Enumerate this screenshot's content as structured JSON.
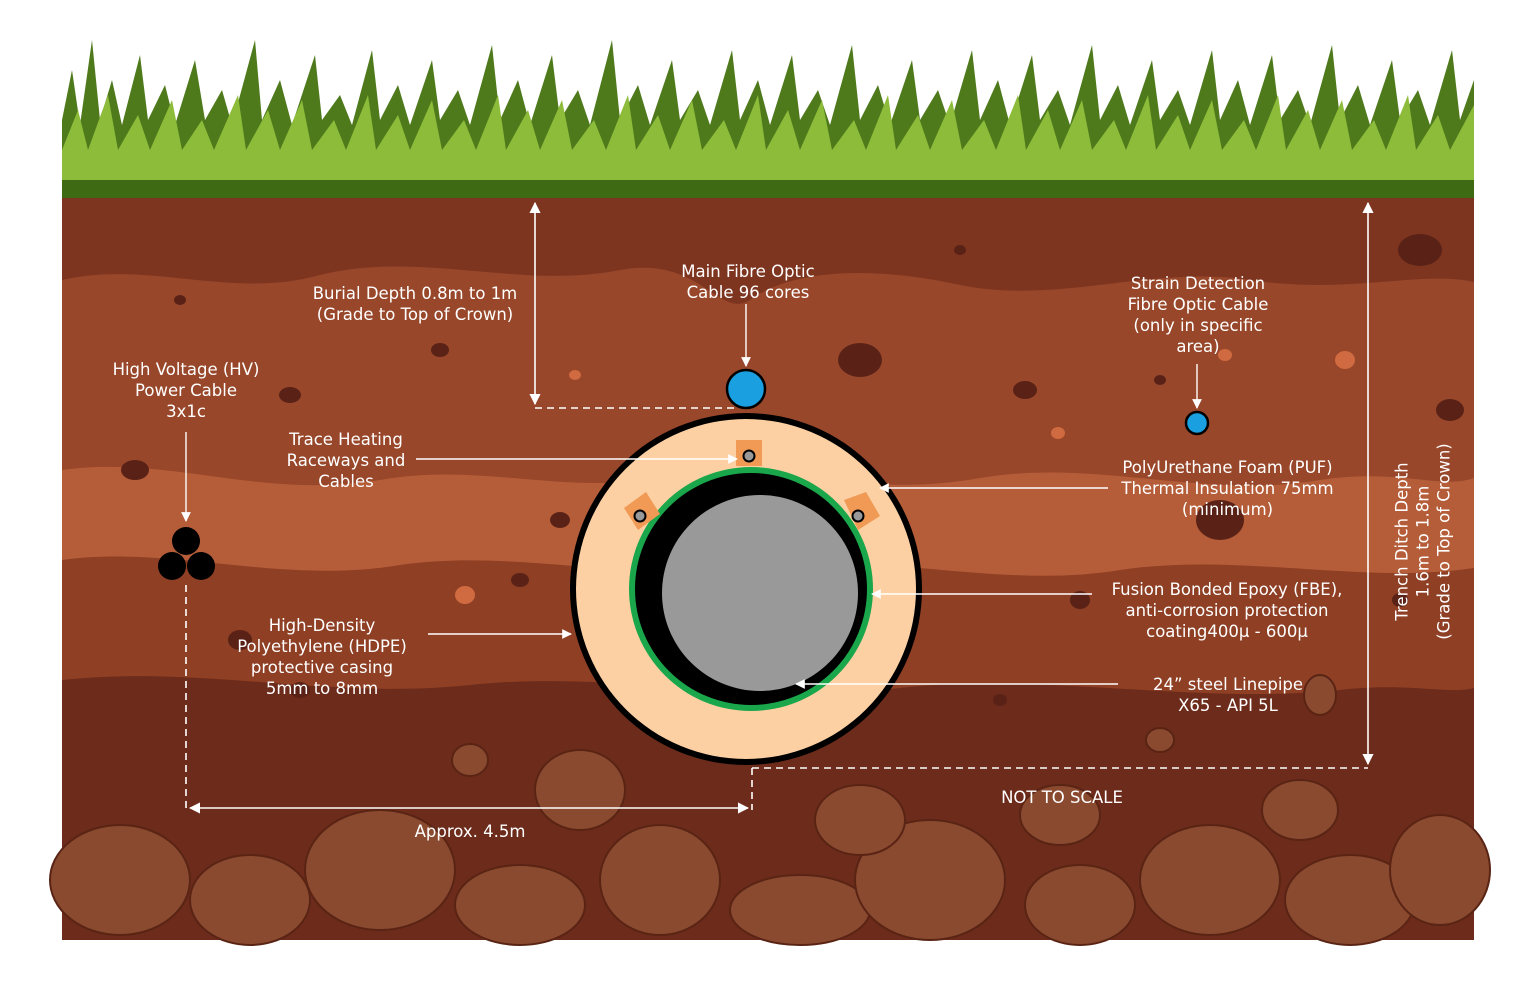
{
  "labels": {
    "burial_depth": [
      "Burial Depth 0.8m to 1m",
      "(Grade to Top of Crown)"
    ],
    "main_fibre": [
      "Main Fibre Optic",
      "Cable 96 cores"
    ],
    "strain_fibre": [
      "Strain Detection",
      "Fibre Optic Cable",
      "(only in specific",
      "area)"
    ],
    "hv_cable": [
      "High Voltage (HV)",
      "Power Cable",
      "3x1c"
    ],
    "trace_heating": [
      "Trace Heating",
      "Raceways and",
      "Cables"
    ],
    "puf": [
      "PolyUrethane Foam (PUF)",
      "Thermal Insulation 75mm",
      "(minimum)"
    ],
    "fbe": [
      "Fusion Bonded Epoxy (FBE),",
      "anti-corrosion protection",
      "coating400µ - 600µ"
    ],
    "linepipe": [
      "24” steel Linepipe",
      "X65 - API 5L"
    ],
    "hdpe": [
      "High-Density",
      "Polyethylene (HDPE)",
      "protective casing",
      "5mm to 8mm"
    ],
    "trench_depth": [
      "Trench Ditch Depth",
      "1.6m to 1.8m",
      "(Grade to Top of Crown)"
    ],
    "width": "Approx. 4.5m",
    "scale_note": "NOT TO SCALE"
  },
  "colors": {
    "grass_dark": "#4e7a1c",
    "grass_light": "#8dbb3a",
    "topsoil": "#7e3520",
    "midsoil": "#9a4a2a",
    "band": "#b9603a",
    "deep_soil": "#6a2a1a",
    "rock": "#8a4a30",
    "puf": "#fcd0a3",
    "casing": "#000000",
    "fbe": "#1aa64a",
    "steel": "#999999",
    "fibre": "#1aa0e0",
    "hv": "#000000",
    "raceway": "#f09a55"
  }
}
